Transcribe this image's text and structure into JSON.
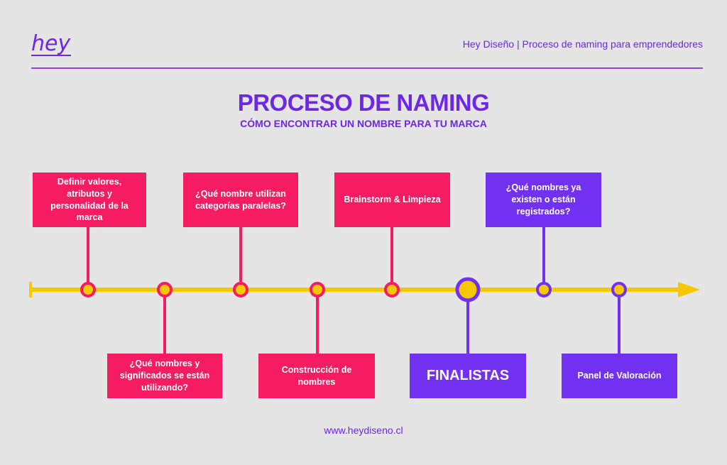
{
  "brand": {
    "logo_text": "hey"
  },
  "header": {
    "text": "Hey Diseño | Proceso de naming para emprendedores"
  },
  "title": "PROCESO DE NAMING",
  "subtitle": "CÓMO ENCONTRAR UN NOMBRE PARA TU MARCA",
  "steps": [
    {
      "label": "Definir valores, atributos y personalidad de la marca"
    },
    {
      "label": "¿Qué nombres y significados se están utilizando?"
    },
    {
      "label": "¿Qué nombre utilizan categorías paralelas?"
    },
    {
      "label": "Construcción de nombres"
    },
    {
      "label": "Brainstorm & Limpieza"
    },
    {
      "label": "FINALISTAS"
    },
    {
      "label": "¿Qué nombres ya existen o están registrados?"
    },
    {
      "label": "Panel de Valoración"
    }
  ],
  "colors": {
    "pink": "#f51c61",
    "purple": "#7230f0",
    "yellow": "#f5c800",
    "background": "#e5e5e5"
  },
  "footer": {
    "url": "www.heydiseno.cl"
  }
}
